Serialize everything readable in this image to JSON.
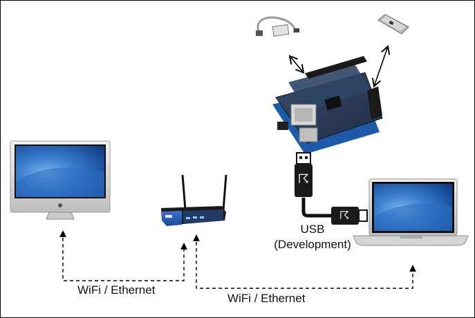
{
  "diagram": {
    "connections": [
      {
        "id": "imac-router",
        "label": "WiFi / Ethernet"
      },
      {
        "id": "router-macbook",
        "label": "WiFi / Ethernet"
      }
    ],
    "usb_link": {
      "line1": "USB",
      "line2": "(Development)"
    },
    "nodes": [
      {
        "id": "imac",
        "icon": "imac-desktop-icon"
      },
      {
        "id": "router",
        "icon": "wifi-router-icon"
      },
      {
        "id": "arduino-ethernet-shield",
        "icon": "arduino-ethernet-shield-icon"
      },
      {
        "id": "sensor-cable",
        "icon": "sensor-cable-icon"
      },
      {
        "id": "sensor-module",
        "icon": "sensor-module-icon"
      },
      {
        "id": "usb-cable",
        "icon": "usb-cable-icon"
      },
      {
        "id": "macbook",
        "icon": "macbook-laptop-icon"
      }
    ],
    "colors": {
      "screen_blue": "#1e5fae",
      "router_blue": "#2e5fb8",
      "pcb_dark": "#2b3b56",
      "arrow": "#000000"
    }
  }
}
